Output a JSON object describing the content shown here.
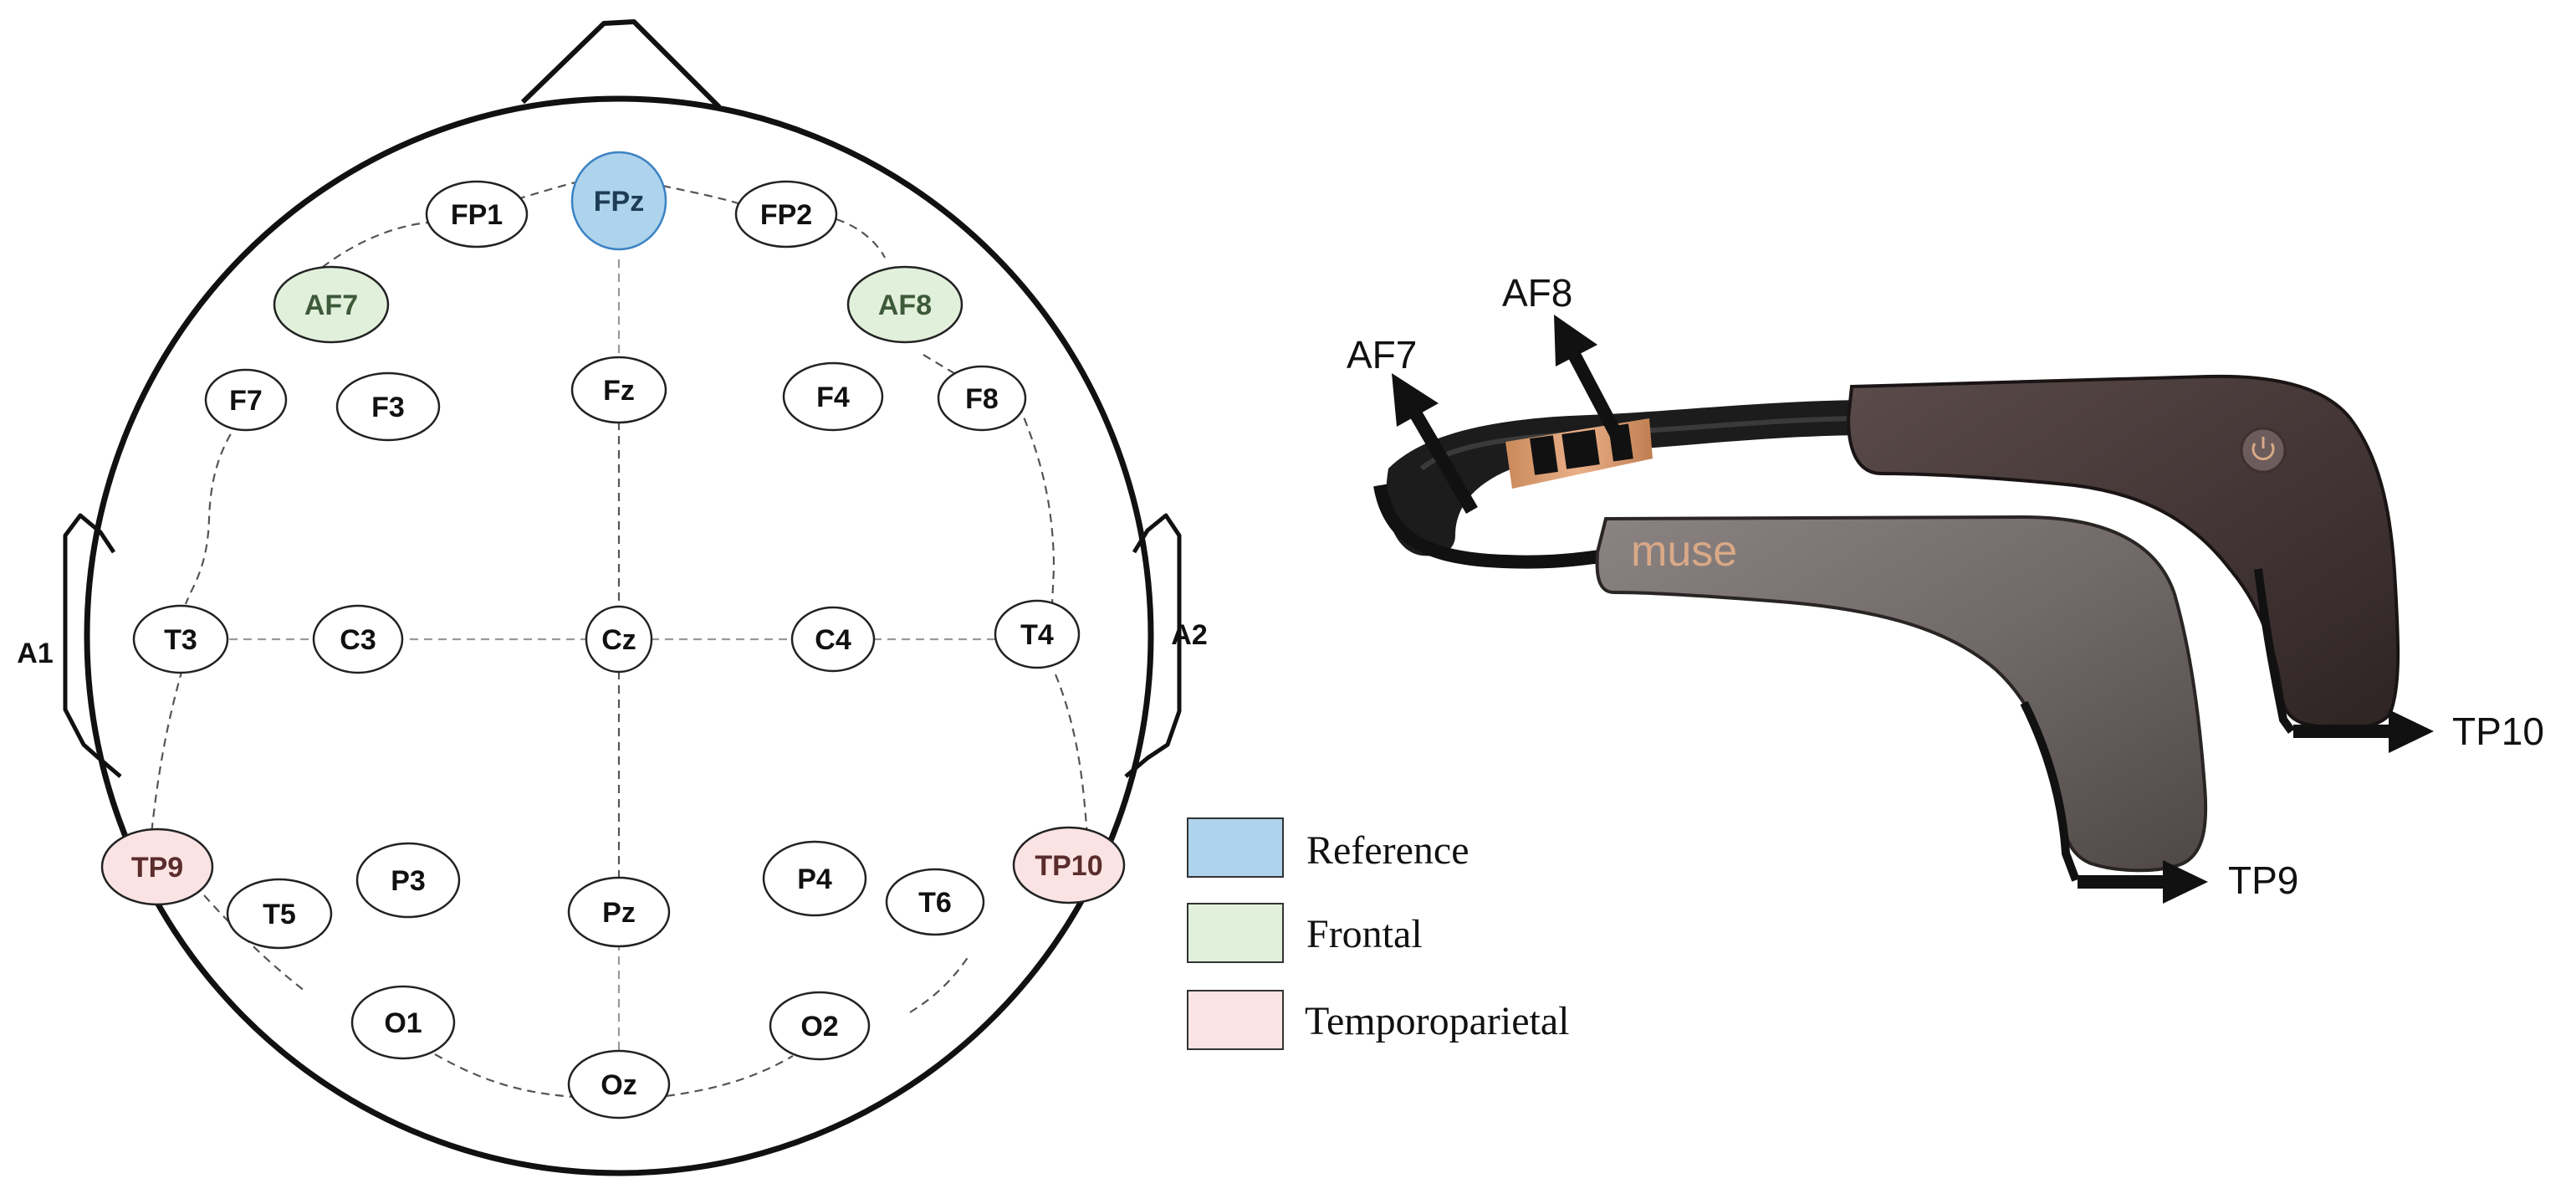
{
  "electrodes": [
    {
      "id": "FP1",
      "label": "FP1",
      "group": "none"
    },
    {
      "id": "FPz",
      "label": "FPz",
      "group": "reference"
    },
    {
      "id": "FP2",
      "label": "FP2",
      "group": "none"
    },
    {
      "id": "AF7",
      "label": "AF7",
      "group": "frontal"
    },
    {
      "id": "AF8",
      "label": "AF8",
      "group": "frontal"
    },
    {
      "id": "F7",
      "label": "F7",
      "group": "none"
    },
    {
      "id": "F3",
      "label": "F3",
      "group": "none"
    },
    {
      "id": "Fz",
      "label": "Fz",
      "group": "none"
    },
    {
      "id": "F4",
      "label": "F4",
      "group": "none"
    },
    {
      "id": "F8",
      "label": "F8",
      "group": "none"
    },
    {
      "id": "T3",
      "label": "T3",
      "group": "none"
    },
    {
      "id": "C3",
      "label": "C3",
      "group": "none"
    },
    {
      "id": "Cz",
      "label": "Cz",
      "group": "none"
    },
    {
      "id": "C4",
      "label": "C4",
      "group": "none"
    },
    {
      "id": "T4",
      "label": "T4",
      "group": "none"
    },
    {
      "id": "TP9",
      "label": "TP9",
      "group": "temporoparietal"
    },
    {
      "id": "TP10",
      "label": "TP10",
      "group": "temporoparietal"
    },
    {
      "id": "T5",
      "label": "T5",
      "group": "none"
    },
    {
      "id": "P3",
      "label": "P3",
      "group": "none"
    },
    {
      "id": "Pz",
      "label": "Pz",
      "group": "none"
    },
    {
      "id": "P4",
      "label": "P4",
      "group": "none"
    },
    {
      "id": "T6",
      "label": "T6",
      "group": "none"
    },
    {
      "id": "O1",
      "label": "O1",
      "group": "none"
    },
    {
      "id": "O2",
      "label": "O2",
      "group": "none"
    },
    {
      "id": "Oz",
      "label": "Oz",
      "group": "none"
    }
  ],
  "ears": {
    "left": "A1",
    "right": "A2"
  },
  "colors": {
    "reference": "#aed3ec",
    "frontal": "#e1f0db",
    "temporoparietal": "#fbe3e3",
    "none": "#ffffff",
    "reference_stroke": "#3b82c4",
    "outline": "#111111",
    "headband_dark": "#4a3d3d",
    "headband_grey": "#77706f",
    "logo": "#d9a987"
  },
  "legend": [
    {
      "key": "reference",
      "label": "Reference"
    },
    {
      "key": "frontal",
      "label": "Frontal"
    },
    {
      "key": "temporoparietal",
      "label": "Temporoparietal"
    }
  ],
  "headband": {
    "logo": "muse",
    "icons": [
      "power-icon"
    ],
    "callouts": [
      {
        "label": "AF7"
      },
      {
        "label": "AF8"
      },
      {
        "label": "TP9"
      },
      {
        "label": "TP10"
      }
    ]
  }
}
